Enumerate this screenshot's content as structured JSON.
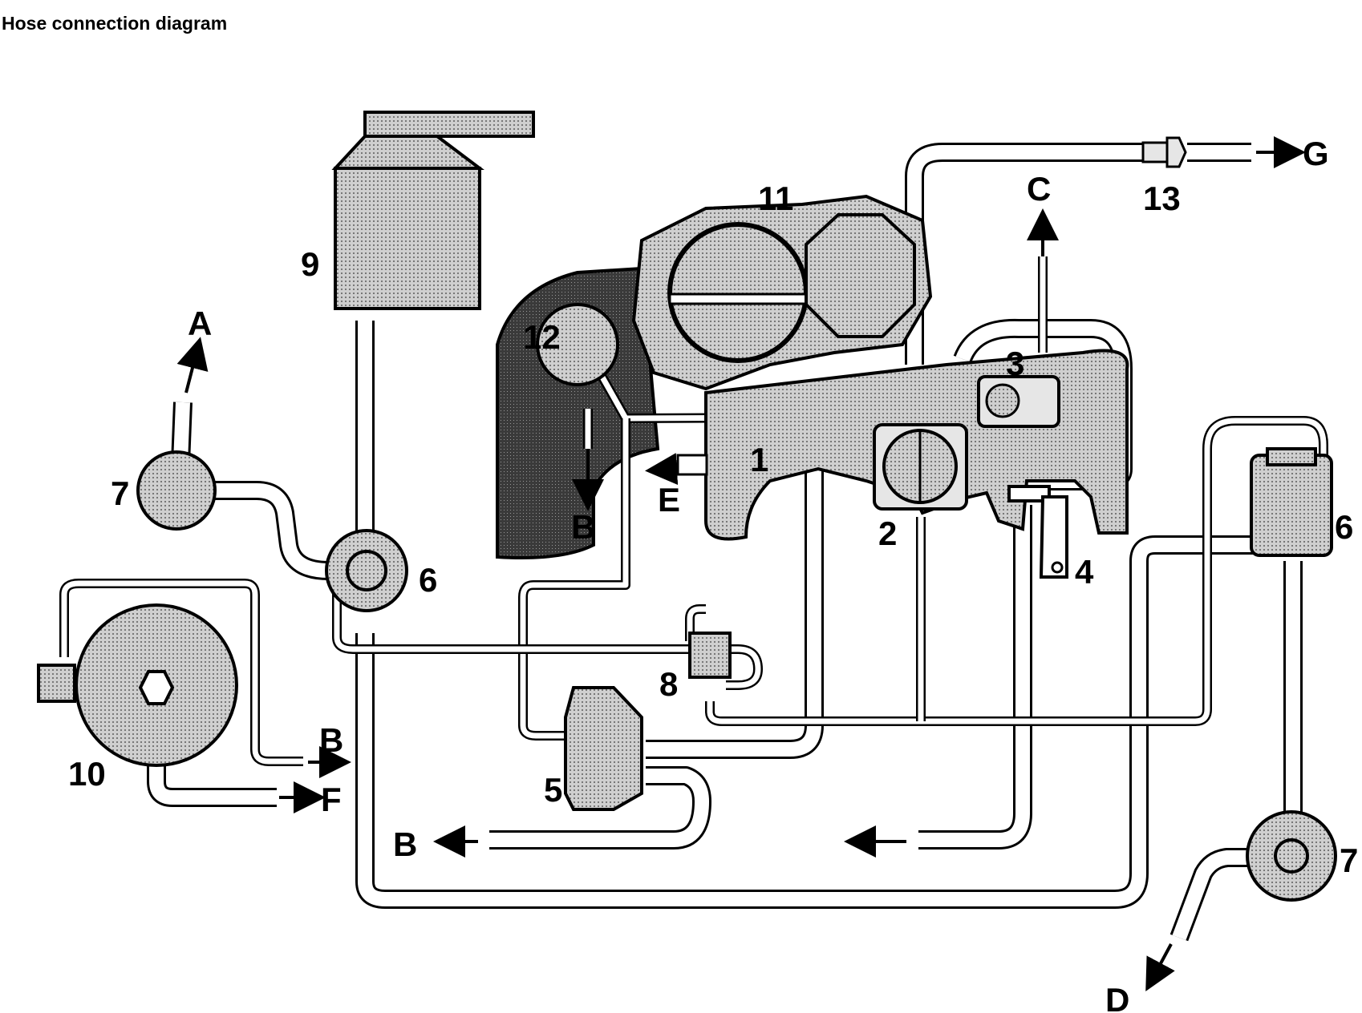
{
  "title": "Hose connection diagram",
  "callouts": {
    "n1": "1",
    "n2": "2",
    "n3": "3",
    "n4": "4",
    "n5": "5",
    "n6_left": "6",
    "n6_right": "6",
    "n7_left": "7",
    "n7_right": "7",
    "n8": "8",
    "n9": "9",
    "n10": "10",
    "n11": "11",
    "n12": "12",
    "n13": "13"
  },
  "ports": {
    "a": "A",
    "b_intake": "B",
    "b_right": "B",
    "b_bottom": "B",
    "c": "C",
    "d": "D",
    "e": "E",
    "f": "F",
    "g": "G"
  }
}
